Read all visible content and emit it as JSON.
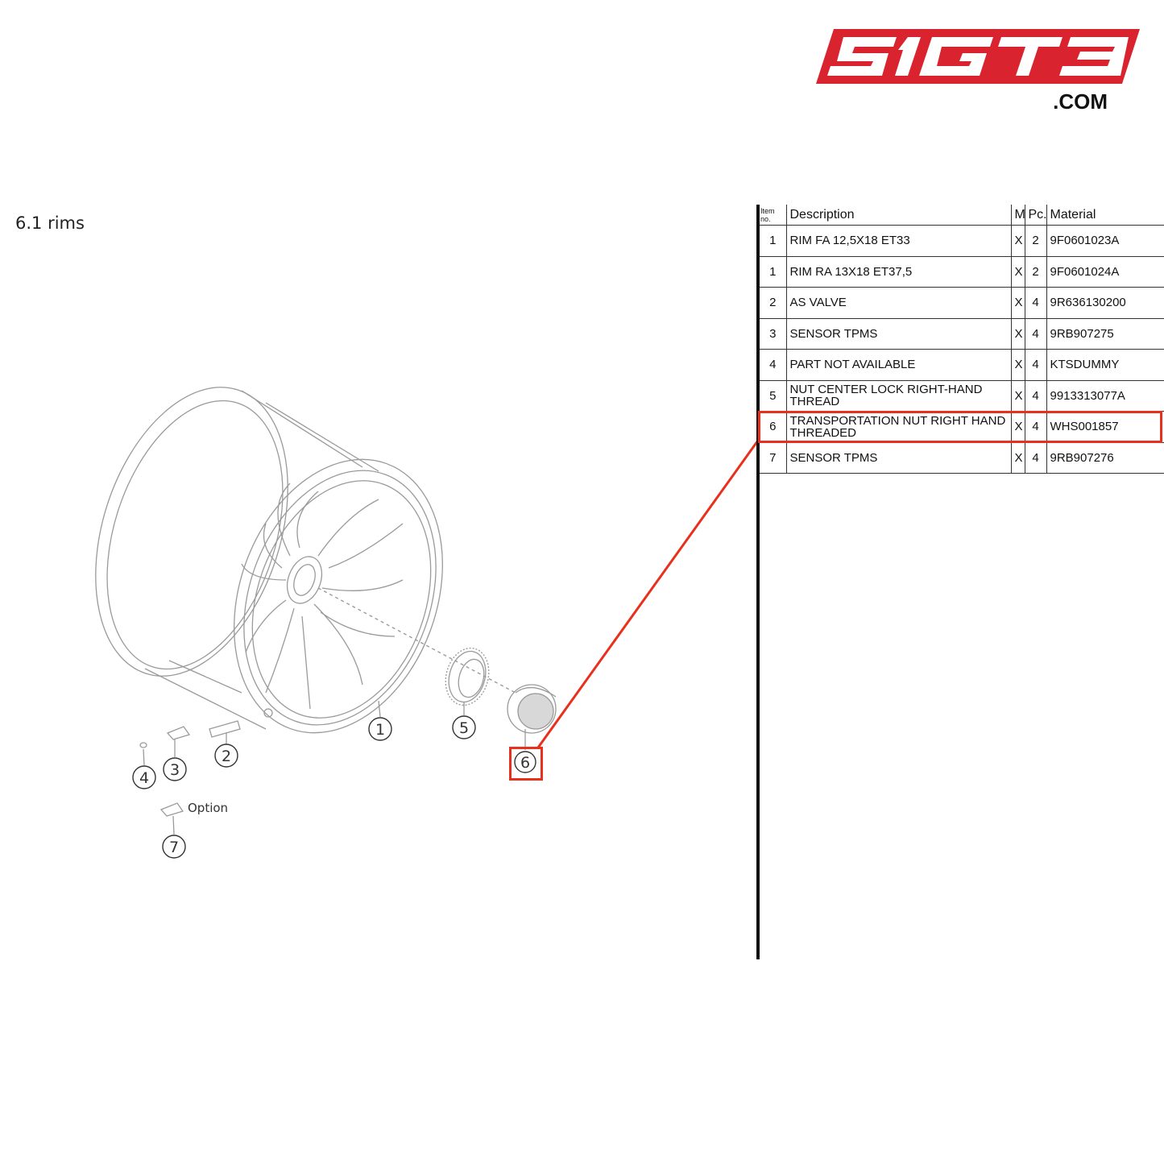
{
  "logo": {
    "brand_text": "SIGT3",
    "domain_text": ".COM",
    "brand_color": "#d9232e"
  },
  "section_title": "6.1  rims",
  "table": {
    "headers": {
      "item": "Item no.",
      "description": "Description",
      "m": "M",
      "pc": "Pc.",
      "material": "Material"
    },
    "rows": [
      {
        "item": "1",
        "description": "RIM FA 12,5X18 ET33",
        "m": "X",
        "pc": "2",
        "material": "9F0601023A"
      },
      {
        "item": "1",
        "description": "RIM RA 13X18 ET37,5",
        "m": "X",
        "pc": "2",
        "material": "9F0601024A"
      },
      {
        "item": "2",
        "description": "AS VALVE",
        "m": "X",
        "pc": "4",
        "material": "9R636130200"
      },
      {
        "item": "3",
        "description": "SENSOR TPMS",
        "m": "X",
        "pc": "4",
        "material": "9RB907275"
      },
      {
        "item": "4",
        "description": "PART NOT AVAILABLE",
        "m": "X",
        "pc": "4",
        "material": "KTSDUMMY"
      },
      {
        "item": "5",
        "description": "NUT CENTER LOCK RIGHT-HAND THREAD",
        "m": "X",
        "pc": "4",
        "material": "9913313077A"
      },
      {
        "item": "6",
        "description": "TRANSPORTATION NUT RIGHT HAND THREADED",
        "m": "X",
        "pc": "4",
        "material": "WHS001857"
      },
      {
        "item": "7",
        "description": "SENSOR TPMS",
        "m": "X",
        "pc": "4",
        "material": "9RB907276"
      }
    ]
  },
  "diagram": {
    "callouts": [
      "1",
      "2",
      "3",
      "4",
      "5",
      "6",
      "7"
    ],
    "option_label": "Option",
    "highlight_color": "#e8301c",
    "highlighted_item": "6"
  }
}
